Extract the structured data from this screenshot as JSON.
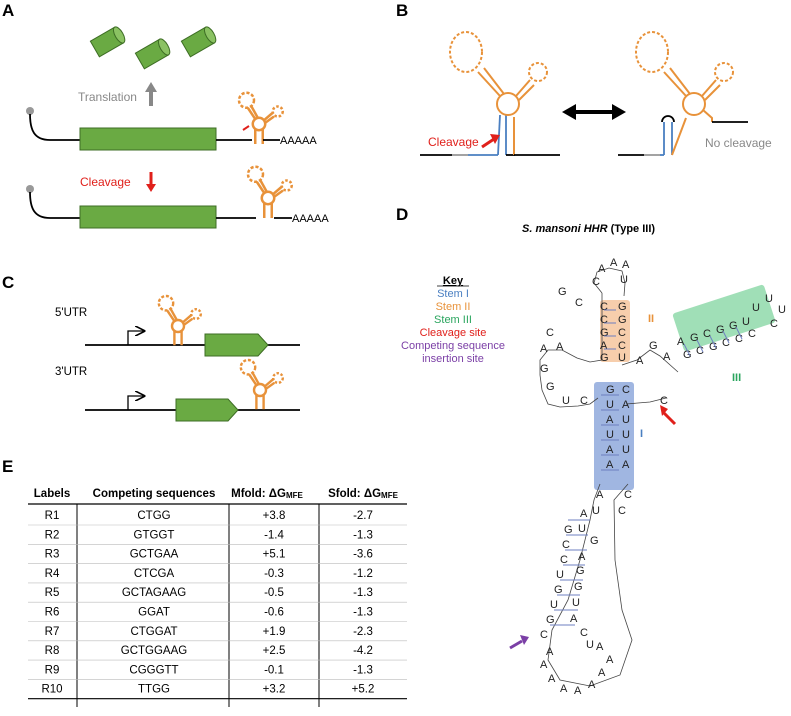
{
  "panels": {
    "A": {
      "letter": "A",
      "translation": "Translation",
      "polyA": "AAAAA",
      "cleavage": "Cleavage"
    },
    "B": {
      "letter": "B",
      "cleavage": "Cleavage",
      "no_cleavage": "No cleavage"
    },
    "C": {
      "letter": "C",
      "utr5": "5'UTR",
      "utr3": "3'UTR"
    },
    "D": {
      "letter": "D",
      "title_italic": "S. mansoni HHR",
      "title_rest": " (Type III)",
      "key_title": "Key",
      "key_items": [
        {
          "text": "Stem I",
          "color": "#4a7fc1"
        },
        {
          "text": "Stem II",
          "color": "#e8923a"
        },
        {
          "text": "Stem III",
          "color": "#2aa55e"
        },
        {
          "text": "Cleavage site",
          "color": "#e0201b"
        },
        {
          "text": "Competing sequence",
          "color": "#7b3fa6"
        },
        {
          "text": "insertion site",
          "color": "#7b3fa6"
        }
      ],
      "stem_labels": {
        "stem1": "I",
        "stem2": "II",
        "stem3": "III"
      }
    },
    "E": {
      "letter": "E"
    }
  },
  "table": {
    "headers": [
      "Labels",
      "Competing sequences",
      "Mfold: ΔG",
      "Sfold: ΔG"
    ],
    "subscript": "MFE",
    "rows": [
      [
        "R1",
        "CTGG",
        "+3.8",
        "-2.7"
      ],
      [
        "R2",
        "GTGGT",
        "-1.4",
        "-1.3"
      ],
      [
        "R3",
        "GCTGAA",
        "+5.1",
        "-3.6"
      ],
      [
        "R4",
        "CTCGA",
        "-0.3",
        "-1.2"
      ],
      [
        "R5",
        "GCTAGAAG",
        "-0.5",
        "-1.3"
      ],
      [
        "R6",
        "GGAT",
        "-0.6",
        "-1.3"
      ],
      [
        "R7",
        "CTGGAT",
        "+1.9",
        "-2.3"
      ],
      [
        "R8",
        "GCTGGAAG",
        "+2.5",
        "-4.2"
      ],
      [
        "R9",
        "CGGGTT",
        "-0.1",
        "-1.3"
      ],
      [
        "R10",
        "TTGG",
        "+3.2",
        "+5.2"
      ]
    ]
  },
  "colors": {
    "orange": "#e8923a",
    "green": "#6aaa43",
    "blue": "#4a7fc1",
    "red": "#e0201b",
    "gray": "#888888",
    "purple": "#7b3fa6",
    "teal": "#2aa55e"
  }
}
